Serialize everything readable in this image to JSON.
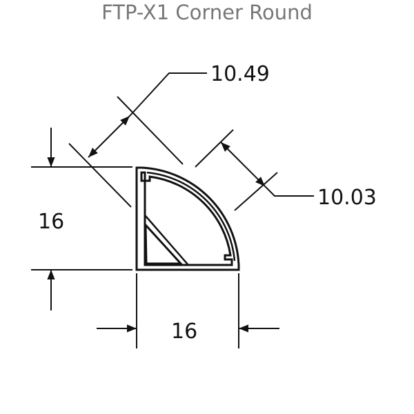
{
  "title": "FTP-X1 Corner Round",
  "dimensions": {
    "diagonal_outer": "10.49",
    "diagonal_inner": "10.03",
    "height": "16",
    "width": "16"
  },
  "colors": {
    "title": "#777777",
    "lines": "#111111"
  }
}
